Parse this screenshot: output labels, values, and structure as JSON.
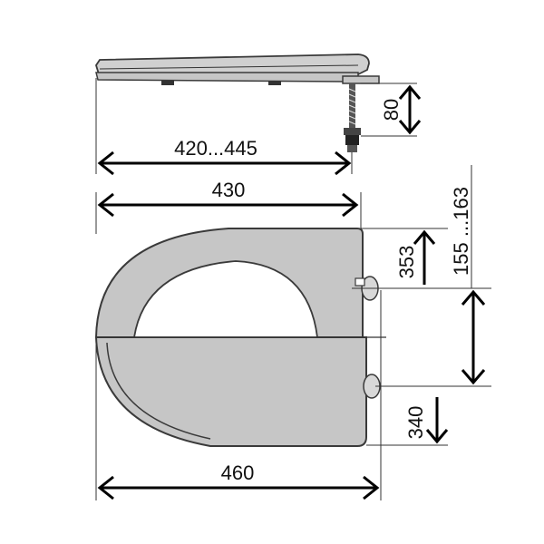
{
  "dimensions": {
    "hinge_range": "420...445",
    "bolt_height": "80",
    "seat_width_top": "430",
    "hinge_offset": "353",
    "hinge_spacing": "155 ...163",
    "seat_width_bottom": "460",
    "bottom_offset": "340"
  },
  "colors": {
    "seat_fill": "#c6c6c6",
    "seat_stroke": "#3a3a3a",
    "lid_fill": "#d0d0d0",
    "hinge_fill": "#d8d8d8",
    "line": "#333333",
    "arrow": "#000000"
  }
}
